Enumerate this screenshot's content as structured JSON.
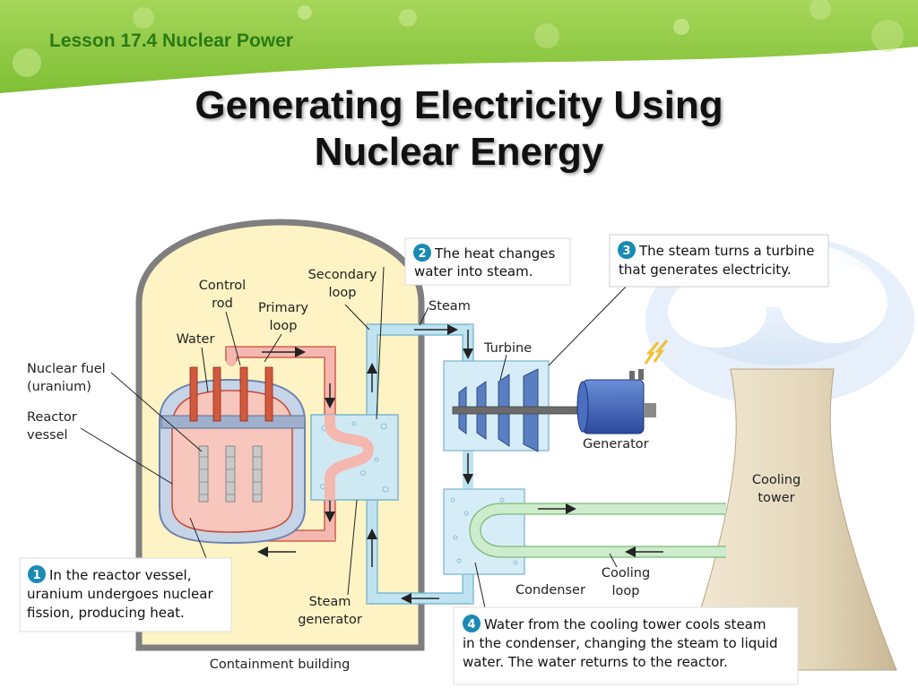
{
  "header": {
    "lesson": "Lesson 17.4 Nuclear Power",
    "title_line1": "Generating Electricity Using",
    "title_line2": "Nuclear Energy"
  },
  "labels": {
    "control_rod_1": "Control",
    "control_rod_2": "rod",
    "secondary_loop_1": "Secondary",
    "secondary_loop_2": "loop",
    "primary_loop_1": "Primary",
    "primary_loop_2": "loop",
    "water": "Water",
    "nuclear_fuel_1": "Nuclear fuel",
    "nuclear_fuel_2": "(uranium)",
    "reactor_vessel_1": "Reactor",
    "reactor_vessel_2": "vessel",
    "steam": "Steam",
    "turbine": "Turbine",
    "generator": "Generator",
    "cooling_tower_1": "Cooling",
    "cooling_tower_2": "tower",
    "cooling_loop_1": "Cooling",
    "cooling_loop_2": "loop",
    "condenser": "Condenser",
    "steam_generator_1": "Steam",
    "steam_generator_2": "generator",
    "containment_building": "Containment building"
  },
  "steps": [
    {
      "num": "1",
      "line1": "In the reactor vessel,",
      "line2": "uranium undergoes nuclear",
      "line3": "fission, producing heat."
    },
    {
      "num": "2",
      "line1": "The heat changes",
      "line2": "water into steam."
    },
    {
      "num": "3",
      "line1": "The steam turns a turbine",
      "line2": "that generates electricity."
    },
    {
      "num": "4",
      "line1": "Water from the cooling tower cools steam",
      "line2": "in the condenser, changing the steam to liquid",
      "line3": "water. The water returns to the reactor."
    }
  ],
  "colors": {
    "banner_green": "#8cc63f",
    "lesson_text": "#2a7a16",
    "step_badge": "#1a8ab5",
    "containment_fill": "#fdf3c4",
    "primary_loop": "#f4b8b0",
    "secondary_loop": "#bfe3f0",
    "cooling_loop": "#cdeccb",
    "tower": "#e8dcc4",
    "generator": "#3a5db3"
  }
}
